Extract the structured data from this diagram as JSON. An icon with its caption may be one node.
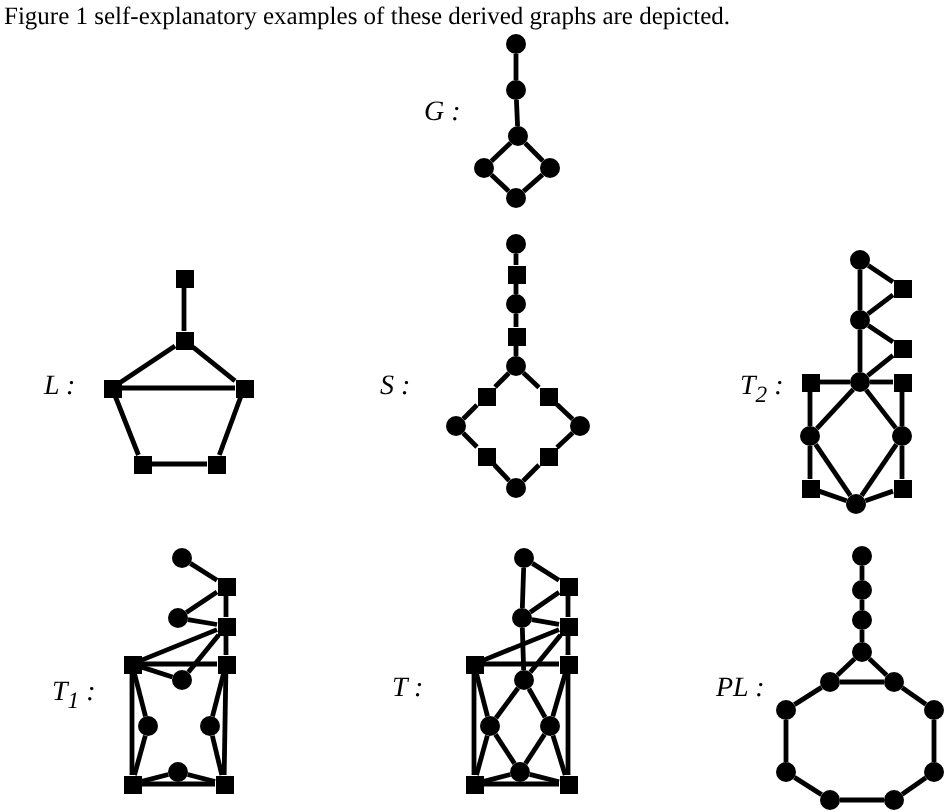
{
  "diagram": {
    "caption": "Figure 1 self-explanatory examples of these derived graphs are depicted.",
    "nodes": [
      {
        "text": [],
        "shape": "circle"
      },
      {
        "text": [],
        "shape": "circle"
      },
      {
        "text": [],
        "shape": "circle"
      },
      {
        "text": [],
        "shape": "circle"
      },
      {
        "text": [],
        "shape": "circle"
      },
      {
        "text": [],
        "shape": "circle"
      },
      {
        "text": [],
        "shape": "box"
      },
      {
        "text": [],
        "shape": "box"
      },
      {
        "text": [],
        "shape": "box"
      },
      {
        "text": [],
        "shape": "box"
      },
      {
        "text": [],
        "shape": "box"
      },
      {
        "text": [],
        "shape": "box"
      },
      {
        "text": [],
        "shape": "circle"
      },
      {
        "text": [],
        "shape": "box"
      },
      {
        "text": [],
        "shape": "circle"
      },
      {
        "text": [],
        "shape": "box"
      },
      {
        "text": [],
        "shape": "circle"
      },
      {
        "text": [],
        "shape": "box"
      },
      {
        "text": [],
        "shape": "box"
      },
      {
        "text": [],
        "shape": "circle"
      },
      {
        "text": [],
        "shape": "circle"
      },
      {
        "text": [],
        "shape": "box"
      },
      {
        "text": [],
        "shape": "box"
      },
      {
        "text": [],
        "shape": "circle"
      },
      {
        "text": [],
        "shape": "circle"
      },
      {
        "text": [],
        "shape": "box"
      },
      {
        "text": [],
        "shape": "circle"
      },
      {
        "text": [],
        "shape": "box"
      },
      {
        "text": [],
        "shape": "circle"
      },
      {
        "text": [],
        "shape": "box"
      },
      {
        "text": [],
        "shape": "box"
      },
      {
        "text": [],
        "shape": "circle"
      },
      {
        "text": [],
        "shape": "circle"
      },
      {
        "text": [],
        "shape": "box"
      },
      {
        "text": [],
        "shape": "box"
      },
      {
        "text": [],
        "shape": "circle"
      },
      {
        "text": [],
        "shape": "circle"
      },
      {
        "text": [],
        "shape": "box"
      },
      {
        "text": [],
        "shape": "circle"
      },
      {
        "text": [],
        "shape": "box"
      },
      {
        "text": [],
        "shape": "box"
      },
      {
        "text": [],
        "shape": "box"
      },
      {
        "text": [],
        "shape": "circle"
      },
      {
        "text": [],
        "shape": "circle"
      },
      {
        "text": [],
        "shape": "circle"
      },
      {
        "text": [],
        "shape": "circle"
      },
      {
        "text": [],
        "shape": "box"
      },
      {
        "text": [],
        "shape": "box"
      },
      {
        "text": [],
        "shape": "circle"
      },
      {
        "text": [],
        "shape": "box"
      },
      {
        "text": [],
        "shape": "circle"
      },
      {
        "text": [],
        "shape": "box"
      },
      {
        "text": [],
        "shape": "box"
      },
      {
        "text": [],
        "shape": "box"
      },
      {
        "text": [],
        "shape": "circle"
      },
      {
        "text": [],
        "shape": "circle"
      },
      {
        "text": [],
        "shape": "circle"
      },
      {
        "text": [],
        "shape": "circle"
      },
      {
        "text": [],
        "shape": "box"
      },
      {
        "text": [],
        "shape": "box"
      },
      {
        "text": [],
        "shape": "circle"
      },
      {
        "text": [],
        "shape": "circle"
      },
      {
        "text": [],
        "shape": "circle"
      },
      {
        "text": [],
        "shape": "circle"
      },
      {
        "text": [],
        "shape": "circle"
      },
      {
        "text": [],
        "shape": "circle"
      },
      {
        "text": [],
        "shape": "circle"
      },
      {
        "text": [],
        "shape": "circle"
      },
      {
        "text": [],
        "shape": "circle"
      },
      {
        "text": [],
        "shape": "circle"
      },
      {
        "text": [],
        "shape": "circle"
      },
      {
        "text": [],
        "shape": "circle"
      }
    ],
    "edges": [
      {
        "from": 0,
        "to": 1,
        "arrow": "none"
      },
      {
        "from": 1,
        "to": 2,
        "arrow": "none"
      },
      {
        "from": 2,
        "to": 3,
        "arrow": "none"
      },
      {
        "from": 2,
        "to": 4,
        "arrow": "none"
      },
      {
        "from": 3,
        "to": 5,
        "arrow": "none"
      },
      {
        "from": 4,
        "to": 5,
        "arrow": "none"
      },
      {
        "from": 6,
        "to": 7,
        "arrow": "none"
      },
      {
        "from": 7,
        "to": 8,
        "arrow": "none"
      },
      {
        "from": 7,
        "to": 9,
        "arrow": "none"
      },
      {
        "from": 8,
        "to": 9,
        "arrow": "none"
      },
      {
        "from": 8,
        "to": 10,
        "arrow": "none"
      },
      {
        "from": 9,
        "to": 11,
        "arrow": "none"
      },
      {
        "from": 10,
        "to": 11,
        "arrow": "none"
      },
      {
        "from": 12,
        "to": 13,
        "arrow": "none"
      },
      {
        "from": 13,
        "to": 14,
        "arrow": "none"
      },
      {
        "from": 14,
        "to": 15,
        "arrow": "none"
      },
      {
        "from": 15,
        "to": 16,
        "arrow": "none"
      },
      {
        "from": 16,
        "to": 17,
        "arrow": "none"
      },
      {
        "from": 17,
        "to": 19,
        "arrow": "none"
      },
      {
        "from": 19,
        "to": 21,
        "arrow": "none"
      },
      {
        "from": 21,
        "to": 23,
        "arrow": "none"
      },
      {
        "from": 16,
        "to": 18,
        "arrow": "none"
      },
      {
        "from": 18,
        "to": 20,
        "arrow": "none"
      },
      {
        "from": 20,
        "to": 22,
        "arrow": "none"
      },
      {
        "from": 22,
        "to": 23,
        "arrow": "none"
      },
      {
        "from": 24,
        "to": 25,
        "arrow": "none"
      },
      {
        "from": 25,
        "to": 26,
        "arrow": "none"
      },
      {
        "from": 24,
        "to": 26,
        "arrow": "none"
      },
      {
        "from": 26,
        "to": 27,
        "arrow": "none"
      },
      {
        "from": 27,
        "to": 28,
        "arrow": "none"
      },
      {
        "from": 26,
        "to": 28,
        "arrow": "none"
      },
      {
        "from": 29,
        "to": 28,
        "arrow": "none"
      },
      {
        "from": 28,
        "to": 30,
        "arrow": "none"
      },
      {
        "from": 28,
        "to": 31,
        "arrow": "none"
      },
      {
        "from": 28,
        "to": 32,
        "arrow": "none"
      },
      {
        "from": 29,
        "to": 31,
        "arrow": "none"
      },
      {
        "from": 31,
        "to": 33,
        "arrow": "none"
      },
      {
        "from": 30,
        "to": 32,
        "arrow": "none"
      },
      {
        "from": 32,
        "to": 34,
        "arrow": "none"
      },
      {
        "from": 31,
        "to": 35,
        "arrow": "none"
      },
      {
        "from": 32,
        "to": 35,
        "arrow": "none"
      },
      {
        "from": 33,
        "to": 35,
        "arrow": "none"
      },
      {
        "from": 34,
        "to": 35,
        "arrow": "none"
      },
      {
        "from": 36,
        "to": 37,
        "arrow": "none"
      },
      {
        "from": 37,
        "to": 38,
        "arrow": "none"
      },
      {
        "from": 38,
        "to": 39,
        "arrow": "none"
      },
      {
        "from": 37,
        "to": 39,
        "arrow": "none"
      },
      {
        "from": 39,
        "to": 40,
        "arrow": "none"
      },
      {
        "from": 39,
        "to": 42,
        "arrow": "none"
      },
      {
        "from": 39,
        "to": 41,
        "arrow": "none"
      },
      {
        "from": 40,
        "to": 41,
        "arrow": "none"
      },
      {
        "from": 40,
        "to": 42,
        "arrow": "none"
      },
      {
        "from": 40,
        "to": 46,
        "arrow": "none"
      },
      {
        "from": 41,
        "to": 47,
        "arrow": "none"
      },
      {
        "from": 40,
        "to": 43,
        "arrow": "none"
      },
      {
        "from": 43,
        "to": 46,
        "arrow": "none"
      },
      {
        "from": 41,
        "to": 44,
        "arrow": "none"
      },
      {
        "from": 44,
        "to": 47,
        "arrow": "none"
      },
      {
        "from": 46,
        "to": 45,
        "arrow": "none"
      },
      {
        "from": 45,
        "to": 47,
        "arrow": "none"
      },
      {
        "from": 46,
        "to": 47,
        "arrow": "none"
      },
      {
        "from": 48,
        "to": 49,
        "arrow": "none"
      },
      {
        "from": 49,
        "to": 50,
        "arrow": "none"
      },
      {
        "from": 48,
        "to": 50,
        "arrow": "none"
      },
      {
        "from": 50,
        "to": 51,
        "arrow": "none"
      },
      {
        "from": 49,
        "to": 51,
        "arrow": "none"
      },
      {
        "from": 51,
        "to": 52,
        "arrow": "none"
      },
      {
        "from": 51,
        "to": 54,
        "arrow": "none"
      },
      {
        "from": 51,
        "to": 53,
        "arrow": "none"
      },
      {
        "from": 50,
        "to": 54,
        "arrow": "none"
      },
      {
        "from": 52,
        "to": 53,
        "arrow": "none"
      },
      {
        "from": 54,
        "to": 55,
        "arrow": "none"
      },
      {
        "from": 54,
        "to": 56,
        "arrow": "none"
      },
      {
        "from": 52,
        "to": 55,
        "arrow": "none"
      },
      {
        "from": 53,
        "to": 56,
        "arrow": "none"
      },
      {
        "from": 55,
        "to": 57,
        "arrow": "none"
      },
      {
        "from": 56,
        "to": 57,
        "arrow": "none"
      },
      {
        "from": 55,
        "to": 58,
        "arrow": "none"
      },
      {
        "from": 56,
        "to": 59,
        "arrow": "none"
      },
      {
        "from": 52,
        "to": 58,
        "arrow": "none"
      },
      {
        "from": 53,
        "to": 59,
        "arrow": "none"
      },
      {
        "from": 58,
        "to": 57,
        "arrow": "none"
      },
      {
        "from": 57,
        "to": 59,
        "arrow": "none"
      },
      {
        "from": 58,
        "to": 59,
        "arrow": "none"
      },
      {
        "from": 60,
        "to": 61,
        "arrow": "none"
      },
      {
        "from": 61,
        "to": 62,
        "arrow": "none"
      },
      {
        "from": 62,
        "to": 63,
        "arrow": "none"
      },
      {
        "from": 63,
        "to": 64,
        "arrow": "none"
      },
      {
        "from": 63,
        "to": 65,
        "arrow": "none"
      },
      {
        "from": 64,
        "to": 65,
        "arrow": "none"
      },
      {
        "from": 64,
        "to": 66,
        "arrow": "none"
      },
      {
        "from": 66,
        "to": 68,
        "arrow": "none"
      },
      {
        "from": 68,
        "to": 70,
        "arrow": "none"
      },
      {
        "from": 70,
        "to": 71,
        "arrow": "none"
      },
      {
        "from": 71,
        "to": 69,
        "arrow": "none"
      },
      {
        "from": 69,
        "to": 67,
        "arrow": "none"
      },
      {
        "from": 67,
        "to": 65,
        "arrow": "none"
      }
    ],
    "labels": [
      "G :",
      "L :",
      "S :",
      "T$_{2}$ :",
      "T$_{1}$ :",
      "T :",
      "PL :"
    ]
  }
}
